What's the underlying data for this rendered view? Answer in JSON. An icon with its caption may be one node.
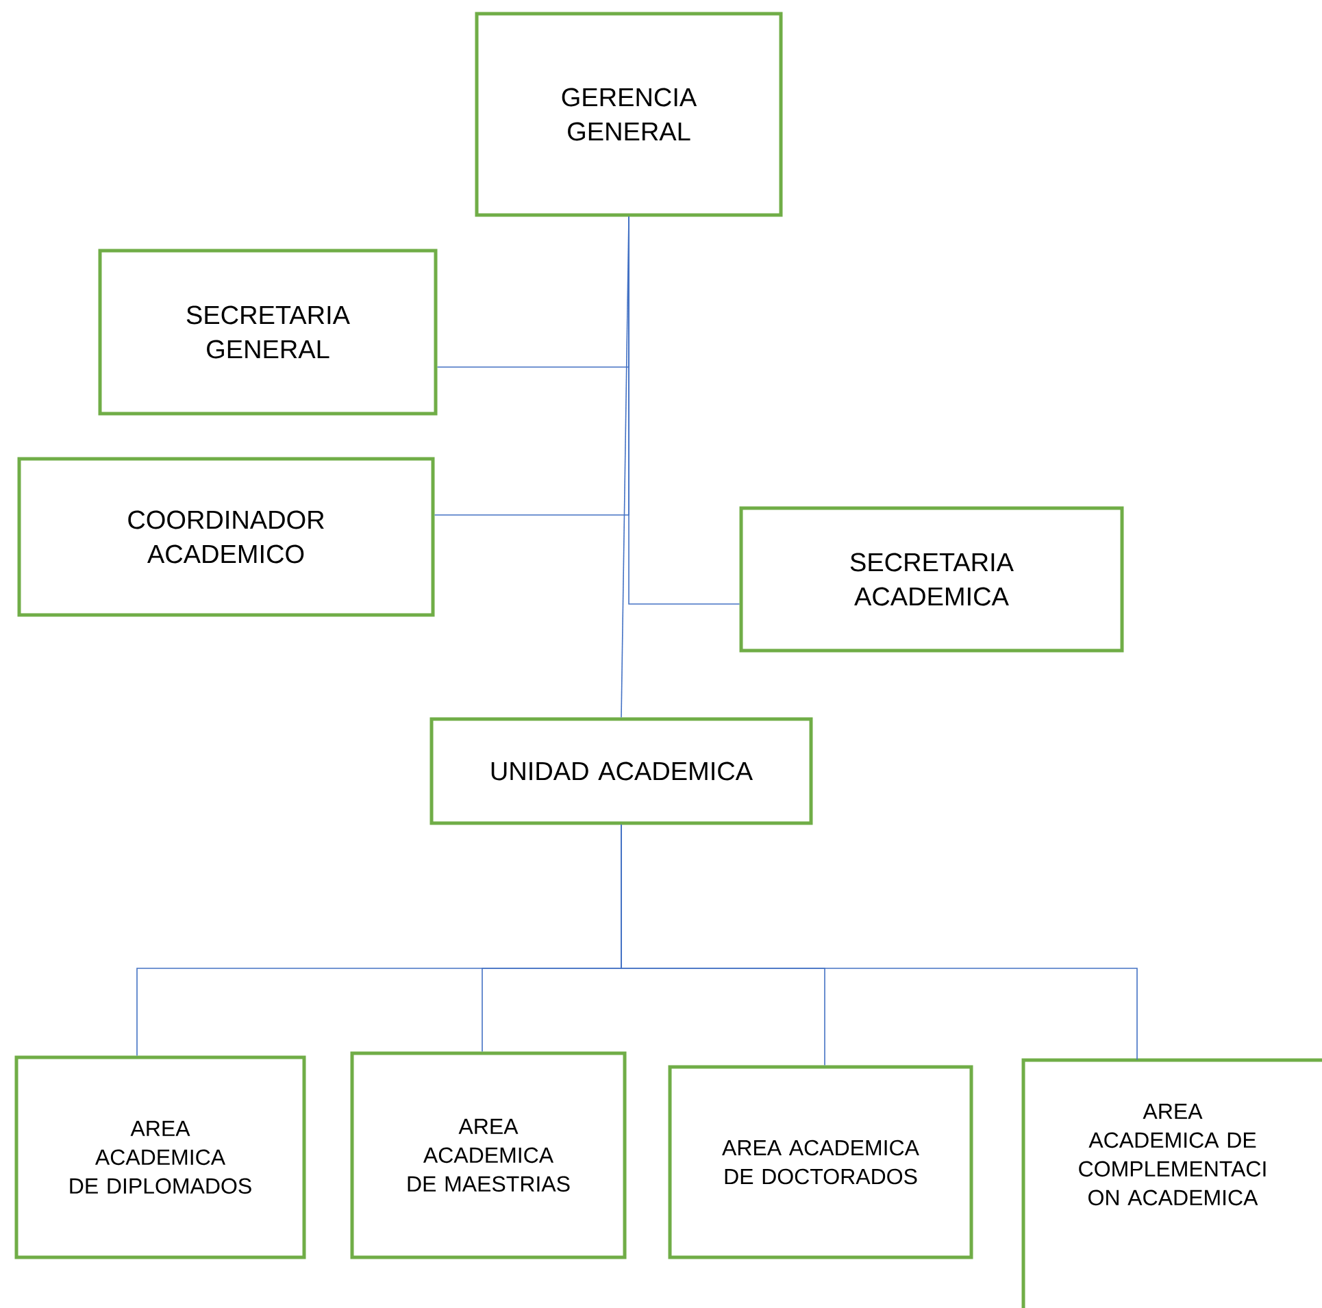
{
  "diagram": {
    "nodes": [
      {
        "text": [
          "GERENCIA GENERAL"
        ]
      },
      {
        "text": [
          "SECRETARIA GENERAL"
        ]
      },
      {
        "text": [
          "COORDINADOR ACADEMICO"
        ]
      },
      {
        "text": [
          "SECRETARIA ACADEMICA"
        ]
      },
      {
        "text": [
          "UNIDAD ACADEMICA"
        ]
      },
      {
        "text": [
          "AREA ACADEMICA DE DIPLOMADOS"
        ]
      },
      {
        "text": [
          "AREA ACADEMICA DE MAESTRIAS"
        ]
      },
      {
        "text": [
          "AREA ACADEMICA DE DOCTORADOS"
        ]
      },
      {
        "text": [
          "AREA ACADEMICA DE COMPLEMENTACI ON ACADEMICA"
        ]
      }
    ],
    "edges": [
      {
        "from": 0,
        "to": 1,
        "arrow": "none"
      },
      {
        "from": 0,
        "to": 2,
        "arrow": "none"
      },
      {
        "from": 0,
        "to": 3,
        "arrow": "none"
      },
      {
        "from": 0,
        "to": 4,
        "arrow": "none"
      },
      {
        "from": 4,
        "to": 5,
        "arrow": "none"
      },
      {
        "from": 4,
        "to": 6,
        "arrow": "none"
      },
      {
        "from": 4,
        "to": 7,
        "arrow": "none"
      },
      {
        "from": 4,
        "to": 8,
        "arrow": "none"
      }
    ]
  }
}
